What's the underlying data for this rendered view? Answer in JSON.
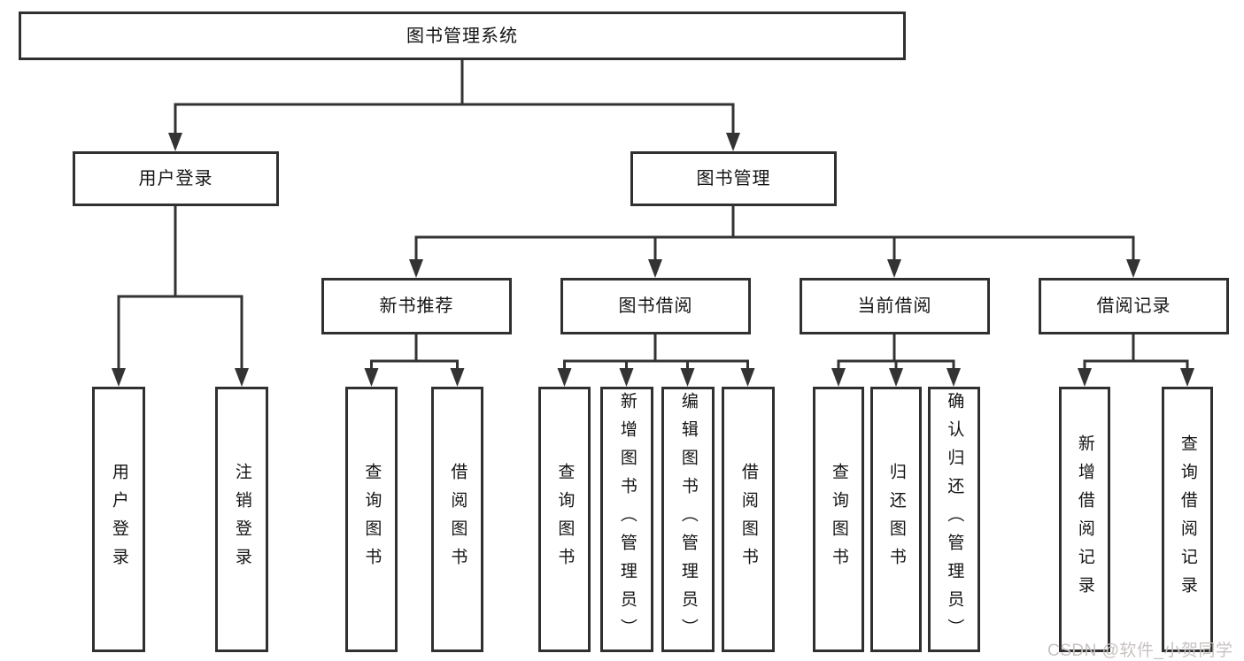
{
  "tree": {
    "label": "图书管理系统",
    "children": [
      {
        "label": "用户登录",
        "children": [
          {
            "label": "用户登录"
          },
          {
            "label": "注销登录"
          }
        ]
      },
      {
        "label": "图书管理",
        "children": [
          {
            "label": "新书推荐",
            "children": [
              {
                "label": "查询图书"
              },
              {
                "label": "借阅图书"
              }
            ]
          },
          {
            "label": "图书借阅",
            "children": [
              {
                "label": "查询图书"
              },
              {
                "label": "新增图书（管理员）"
              },
              {
                "label": "编辑图书（管理员）"
              },
              {
                "label": "借阅图书"
              }
            ]
          },
          {
            "label": "当前借阅",
            "children": [
              {
                "label": "查询图书"
              },
              {
                "label": "归还图书"
              },
              {
                "label": "确认归还（管理员）"
              }
            ]
          },
          {
            "label": "借阅记录",
            "children": [
              {
                "label": "新增借阅记录"
              },
              {
                "label": "查询借阅记录"
              }
            ]
          }
        ]
      }
    ]
  },
  "watermark": "CSDN @软件_小贺同学",
  "colors": {
    "line": "#333333",
    "border": "#303030",
    "text": "#141414",
    "box_fill": "#ffffff",
    "watermark": "#c9c2c2",
    "background": "#ffffff"
  }
}
